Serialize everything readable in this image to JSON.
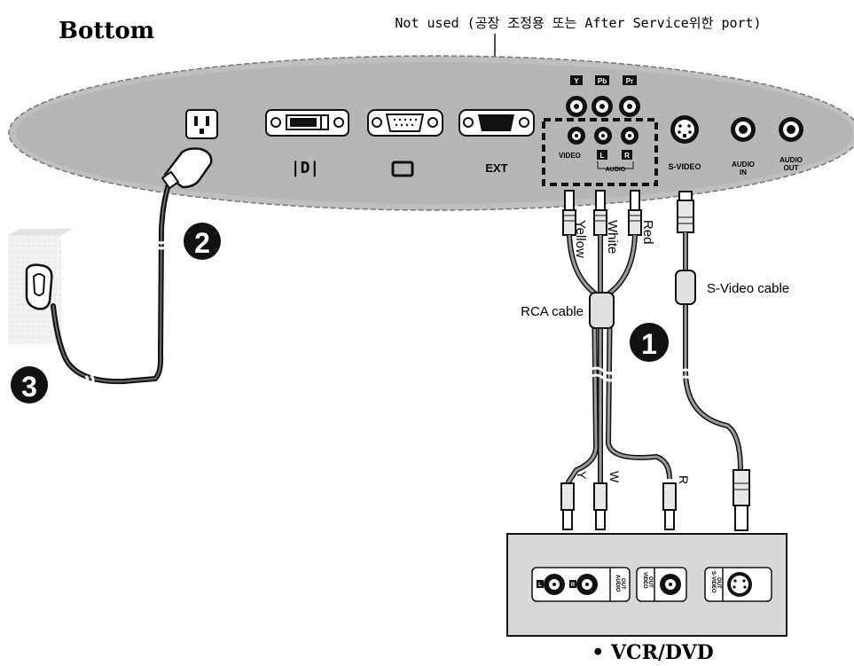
{
  "heading": "Bottom",
  "not_used_note": "Not used (공장 조정용 또는 After Service위한 port)",
  "ports": {
    "dvi": "|D|",
    "dsub": "□",
    "ext": "EXT",
    "video": "VIDEO",
    "y": "Y",
    "pb": "Pb",
    "pr": "Pr",
    "audio_l": "L",
    "audio_r": "R",
    "audio": "AUDIO",
    "svideo": "S-VIDEO",
    "audio_in_1": "AUDIO",
    "audio_in_2": "IN",
    "audio_out_1": "AUDIO",
    "audio_out_2": "OUT"
  },
  "cables": {
    "yellow": "Yellow",
    "white": "White",
    "red": "Red",
    "rca_cable": "RCA cable",
    "svideo_cable": "S-Video cable",
    "y": "Y",
    "w": "W",
    "r": "R"
  },
  "steps": {
    "one": "1",
    "two": "2",
    "three": "3"
  },
  "device": {
    "name": "• VCR/DVD",
    "l": "L",
    "r": "R",
    "audio_out_1": "AUDIO",
    "audio_out_2": "OUT",
    "video_out_1": "VIDEO",
    "video_out_2": "OUT",
    "svideo_out_1": "S-VIDEO",
    "svideo_out_2": "OUT"
  }
}
